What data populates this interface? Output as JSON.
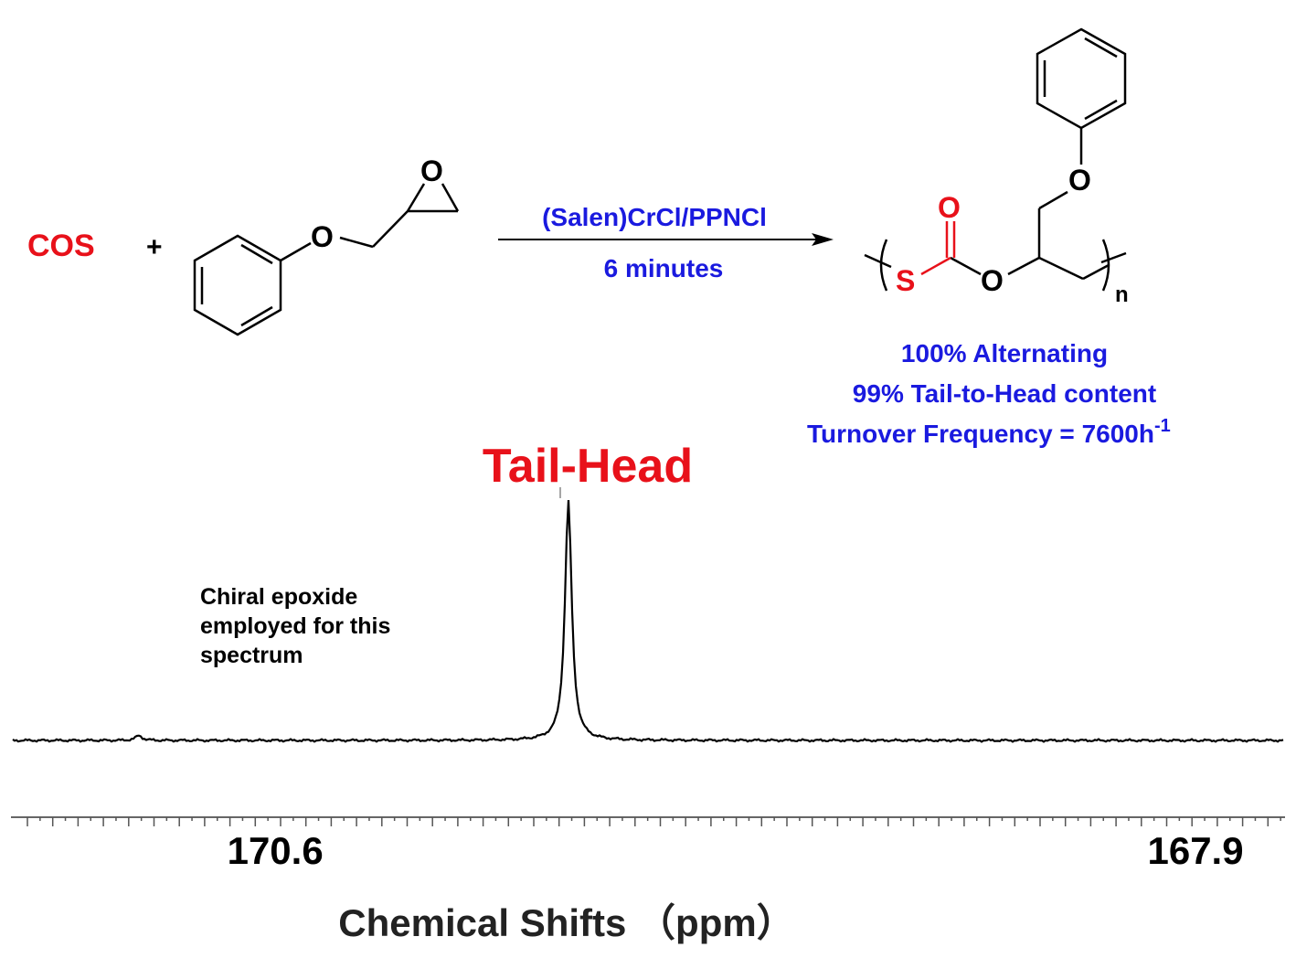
{
  "scheme": {
    "reactant1": "COS",
    "plus": "+",
    "epoxide_ether_O": "O",
    "epoxide_ring_O": "O",
    "catalyst": "(Salen)CrCl/PPNCl",
    "time": "6 minutes",
    "product_carbonyl_O": "O",
    "product_S": "S",
    "product_ester_O": "O",
    "product_ether_O": "O",
    "repeat_n": "n",
    "results": [
      "100% Alternating",
      "99% Tail-to-Head content"
    ],
    "tof_label": "Turnover Frequency = 7600h",
    "tof_superscript": "-1"
  },
  "annotation": {
    "peak_label": "Tail-Head",
    "note_lines": [
      "Chiral epoxide",
      "employed for this",
      "spectrum"
    ]
  },
  "colors": {
    "red": "#e8111a",
    "blue": "#1a1adf",
    "black": "#000000"
  },
  "chart_data": {
    "type": "line",
    "title": "",
    "xlabel": "Chemical Shifts （ppm）",
    "ylabel": "",
    "x_tick_labels": [
      "170.6",
      "167.9"
    ],
    "x_tick_values": [
      170.6,
      167.9
    ],
    "xlim": [
      171.37,
      167.64
    ],
    "reversed_x": true,
    "grid": false,
    "peaks": [
      {
        "shift": 169.74,
        "relative_intensity": 1.0,
        "label": "Tail-Head"
      },
      {
        "shift": 171.0,
        "relative_intensity": 0.02
      }
    ]
  }
}
